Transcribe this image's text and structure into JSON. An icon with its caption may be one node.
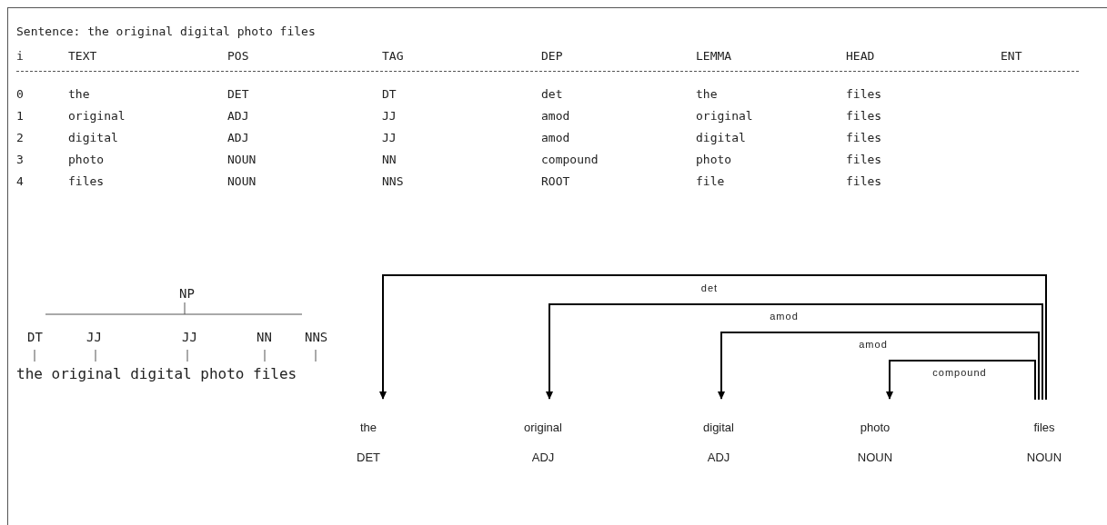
{
  "diagram": {
    "nodes": [
      {
        "text": [
          "the",
          "DET"
        ]
      },
      {
        "text": [
          "original",
          "ADJ"
        ]
      },
      {
        "text": [
          "digital",
          "ADJ"
        ]
      },
      {
        "text": [
          "photo",
          "NOUN"
        ]
      },
      {
        "text": [
          "files",
          "NOUN"
        ]
      }
    ],
    "edges": [
      {
        "from": 4,
        "to": 0,
        "arrow": "to",
        "label": "det"
      },
      {
        "from": 4,
        "to": 1,
        "arrow": "to",
        "label": "amod"
      },
      {
        "from": 4,
        "to": 2,
        "arrow": "to",
        "label": "amod"
      },
      {
        "from": 4,
        "to": 3,
        "arrow": "to",
        "label": "compound"
      }
    ],
    "labels": [
      "Sentence: the original digital photo files",
      "i",
      "TEXT",
      "POS",
      "TAG",
      "DEP",
      "LEMMA",
      "HEAD",
      "ENT",
      "0",
      "the",
      "DET",
      "DT",
      "det",
      "the",
      "files",
      "1",
      "original",
      "ADJ",
      "JJ",
      "amod",
      "original",
      "files",
      "2",
      "digital",
      "ADJ",
      "JJ",
      "amod",
      "digital",
      "files",
      "3",
      "photo",
      "NOUN",
      "NN",
      "compound",
      "photo",
      "files",
      "4",
      "files",
      "NOUN",
      "NNS",
      "ROOT",
      "file",
      "files",
      "NP",
      "DT",
      "JJ",
      "JJ",
      "NN",
      "NNS",
      "the original digital photo files"
    ]
  }
}
